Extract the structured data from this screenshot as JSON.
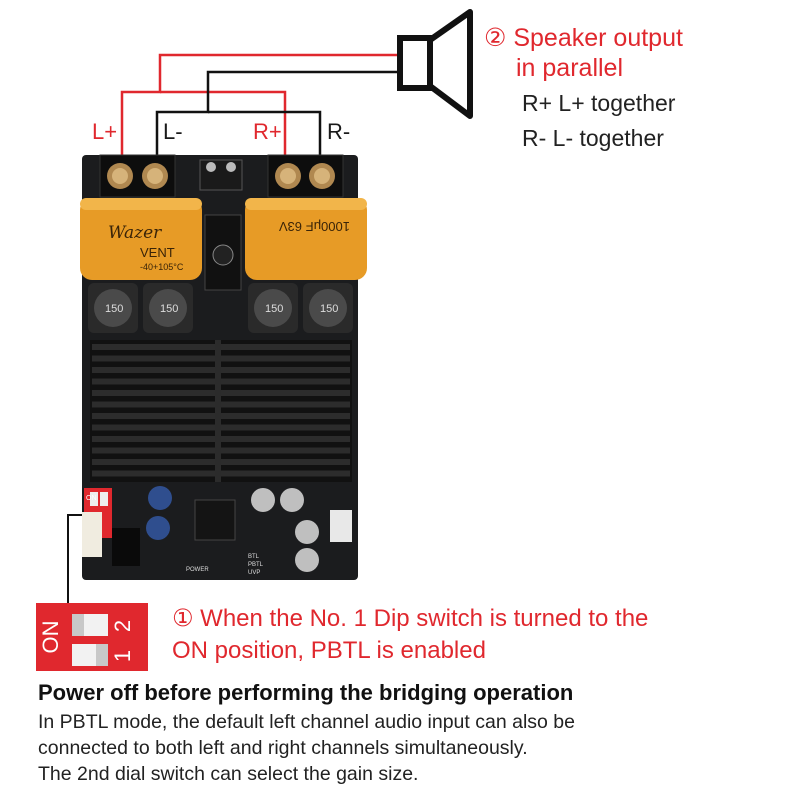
{
  "colors": {
    "accent_red": "#e0282e",
    "board": "#1b1c1e",
    "capacitor": "#e79b26",
    "dip_switch_body": "#e0282e"
  },
  "terminals": {
    "l_plus": "L+",
    "l_minus": "L-",
    "r_plus": "R+",
    "r_minus": "R-"
  },
  "speaker": {
    "title_line1": "② Speaker output",
    "title_line2": "in parallel",
    "note_plus": "R+ L+ together",
    "note_minus": "R- L- together",
    "icon": "speaker-icon"
  },
  "board": {
    "capacitor_left_brand": "Wazer",
    "capacitor_left_text": "VENT",
    "capacitor_left_rating": "-40+105°C",
    "capacitor_right_value": "1000μF 63V",
    "inductor_marks": [
      "150",
      "150",
      "150",
      "150"
    ],
    "dip_on_label": "ON",
    "silkscreen": [
      "BTL",
      "PBTL",
      "UVP",
      "POWER"
    ]
  },
  "dip_callout": {
    "on_label": "ON",
    "switch_numbers": [
      "1",
      "2"
    ],
    "note_line1": "① When the No. 1 Dip switch is turned to the",
    "note_line2": "ON position, PBTL is enabled"
  },
  "instructions": {
    "heading": "Power off before performing the bridging operation",
    "line1": "In PBTL mode, the default left channel audio input can also be",
    "line2": "connected to both left and right channels simultaneously.",
    "line3": "The 2nd dial switch can select the gain size."
  }
}
